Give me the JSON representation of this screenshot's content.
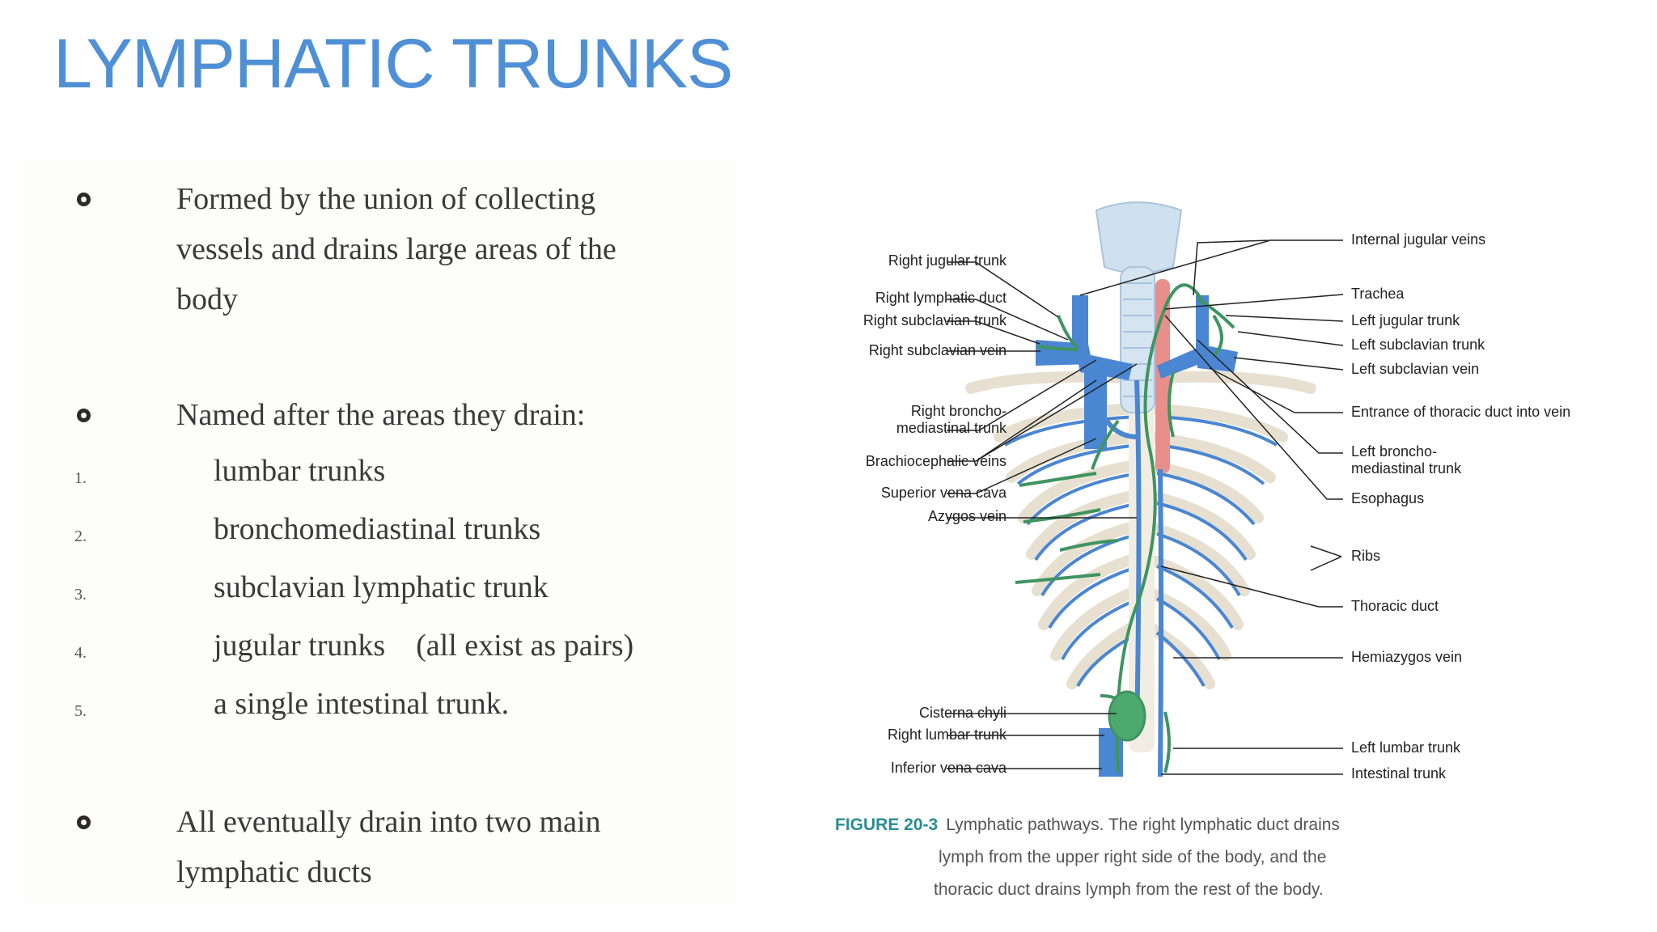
{
  "title": "LYMPHATIC TRUNKS",
  "points": {
    "p1": [
      "Formed by the union of collecting",
      "vessels and drains large areas of the",
      "body"
    ],
    "p2": "Named after the areas they drain:",
    "p3": [
      "All eventually drain into two main",
      "lymphatic ducts"
    ]
  },
  "list": [
    {
      "num": "1.",
      "text": "lumbar trunks"
    },
    {
      "num": "2.",
      "text": "bronchomediastinal trunks"
    },
    {
      "num": "3.",
      "text": "subclavian lymphatic trunk"
    },
    {
      "num": "4.",
      "text": "jugular trunks    (all exist as pairs)"
    },
    {
      "num": "5.",
      "text": "a single intestinal trunk."
    }
  ],
  "figure": {
    "left_labels": [
      "Right jugular trunk",
      "Right lymphatic duct",
      "Right subclavian trunk",
      "Right subclavian vein",
      "Right broncho-",
      "mediastinal trunk",
      "Brachiocephalic veins",
      "Superior vena cava",
      "Azygos vein",
      "Cisterna chyli",
      "Right lumbar trunk",
      "Inferior vena cava"
    ],
    "right_labels": [
      "Internal jugular veins",
      "Trachea",
      "Left jugular trunk",
      "Left subclavian trunk",
      "Left subclavian vein",
      "Entrance of thoracic duct into vein",
      "Left broncho-",
      "mediastinal trunk",
      "Esophagus",
      "Ribs",
      "Thoracic duct",
      "Hemiazygos vein",
      "Left lumbar trunk",
      "Intestinal trunk"
    ],
    "caption_id": "FIGURE 20-3",
    "caption": [
      "Lymphatic pathways. The right lymphatic duct drains",
      "lymph from the upper right side of the body, and the",
      "thoracic duct drains lymph from the rest of the body."
    ]
  },
  "colors": {
    "title": "#4f8fd6",
    "vein": "#4a86d2",
    "lymph": "#3f9460",
    "esophagus": "#e88f8c",
    "bone": "#e7e0d0",
    "caption_id": "#2a8c94"
  }
}
